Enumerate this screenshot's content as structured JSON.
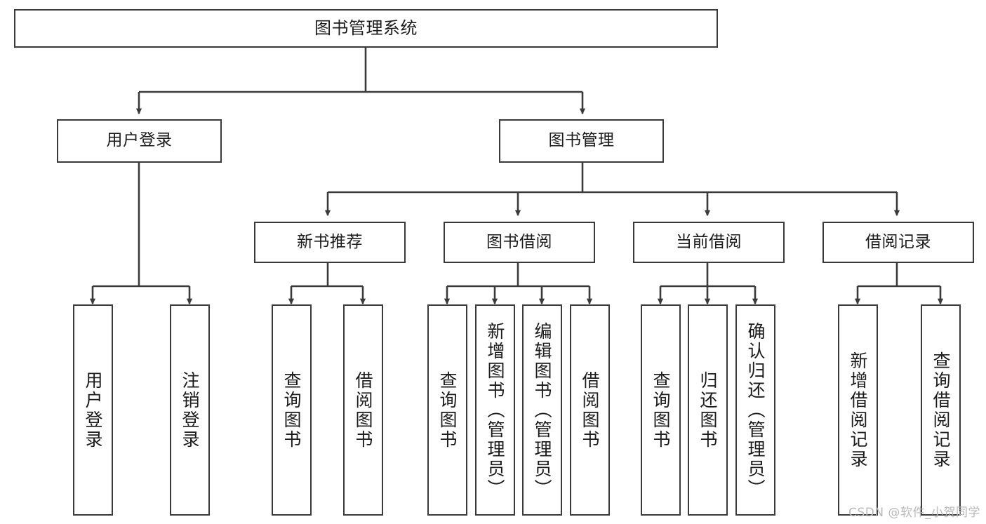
{
  "diagram": {
    "title": "图书管理系统",
    "type": "function-structure-tree",
    "colors": {
      "box_border": "#3a3a3a",
      "box_fill": "#ffffff",
      "connector": "#3a3a3a",
      "background": "#ffffff",
      "watermark": "#b9b9b9"
    },
    "levels": {
      "root": {
        "label": "图书管理系统"
      },
      "level2": [
        {
          "id": "user-login",
          "label": "用户登录"
        },
        {
          "id": "book-management",
          "label": "图书管理"
        }
      ],
      "level3": [
        {
          "id": "new-book-recommend",
          "label": "新书推荐",
          "parent": "book-management"
        },
        {
          "id": "book-borrow",
          "label": "图书借阅",
          "parent": "book-management"
        },
        {
          "id": "current-borrow",
          "label": "当前借阅",
          "parent": "book-management"
        },
        {
          "id": "borrow-record",
          "label": "借阅记录",
          "parent": "book-management"
        }
      ],
      "leaves": [
        {
          "id": "leaf-user-login",
          "label": "用户登录",
          "parent": "user-login"
        },
        {
          "id": "leaf-logout-login",
          "label": "注销登录",
          "parent": "user-login"
        },
        {
          "id": "leaf-query-book-1",
          "label": "查询图书",
          "parent": "new-book-recommend"
        },
        {
          "id": "leaf-borrow-book-1",
          "label": "借阅图书",
          "parent": "new-book-recommend"
        },
        {
          "id": "leaf-query-book-2",
          "label": "查询图书",
          "parent": "book-borrow"
        },
        {
          "id": "leaf-add-book",
          "label": "新增图书（管理员）",
          "parent": "book-borrow"
        },
        {
          "id": "leaf-edit-book",
          "label": "编辑图书（管理员）",
          "parent": "book-borrow"
        },
        {
          "id": "leaf-borrow-book-2",
          "label": "借阅图书",
          "parent": "book-borrow"
        },
        {
          "id": "leaf-query-book-3",
          "label": "查询图书",
          "parent": "current-borrow"
        },
        {
          "id": "leaf-return-book",
          "label": "归还图书",
          "parent": "current-borrow"
        },
        {
          "id": "leaf-confirm-return",
          "label": "确认归还（管理员）",
          "parent": "current-borrow"
        },
        {
          "id": "leaf-add-record",
          "label": "新增借阅记录",
          "parent": "borrow-record"
        },
        {
          "id": "leaf-query-record",
          "label": "查询借阅记录",
          "parent": "borrow-record"
        }
      ]
    }
  },
  "watermark": {
    "text": "CSDN @软件_小贺同学"
  }
}
